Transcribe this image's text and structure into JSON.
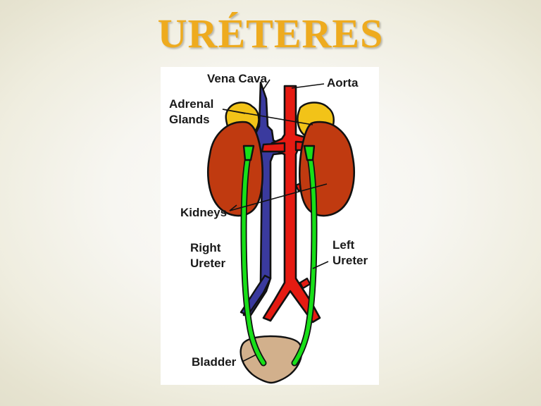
{
  "slide": {
    "title": "URÉTERES",
    "title_color": "#eeab1f",
    "background_color": "#efeddf"
  },
  "diagram": {
    "name": "urinary-system-diagram",
    "background_color": "#ffffff",
    "labels": {
      "vena_cava": "Vena Cava",
      "aorta": "Aorta",
      "adrenal_glands_line1": "Adrenal",
      "adrenal_glands_line2": "Glands",
      "kidneys": "Kidneys",
      "right_ureter_line1": "Right",
      "right_ureter_line2": "Ureter",
      "left_ureter_line1": "Left",
      "left_ureter_line2": "Ureter",
      "bladder": "Bladder"
    },
    "colors": {
      "kidney": "#c03a10",
      "adrenal_gland": "#f2c318",
      "vena_cava": "#3a3a9e",
      "aorta": "#e51b12",
      "ureter": "#18e018",
      "bladder": "#d2b08c",
      "outline": "#111111",
      "label_text": "#1a1a1a"
    }
  }
}
